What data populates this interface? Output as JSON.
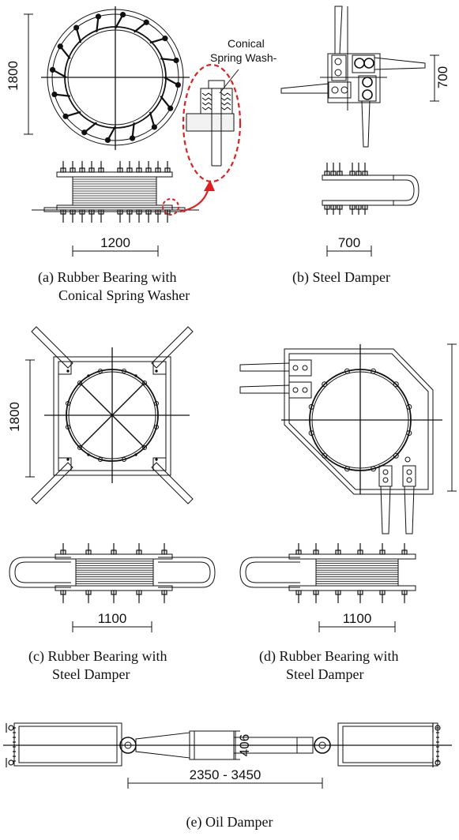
{
  "panels": {
    "a": {
      "dim_height": "1800",
      "dim_width": "1200",
      "callout_line1": "Conical",
      "callout_line2": "Spring Wash-",
      "caption_line1": "(a) Rubber Bearing with",
      "caption_line2": "Conical Spring Washer"
    },
    "b": {
      "dim_height": "700",
      "dim_width": "700",
      "caption_line1": "(b) Steel Damper"
    },
    "c": {
      "dim_height": "1800",
      "dim_width": "1100",
      "caption_line1": "(c) Rubber Bearing with",
      "caption_line2": "Steel Damper"
    },
    "d": {
      "dim_width": "1100",
      "caption_line1": "(d) Rubber Bearing with",
      "caption_line2": "Steel Damper"
    },
    "e": {
      "dim_diameter": "406",
      "dim_length": "2350 - 3450",
      "caption_line1": "(e) Oil Damper"
    }
  },
  "colors": {
    "line": "#111111",
    "highlight": "#e02020"
  }
}
